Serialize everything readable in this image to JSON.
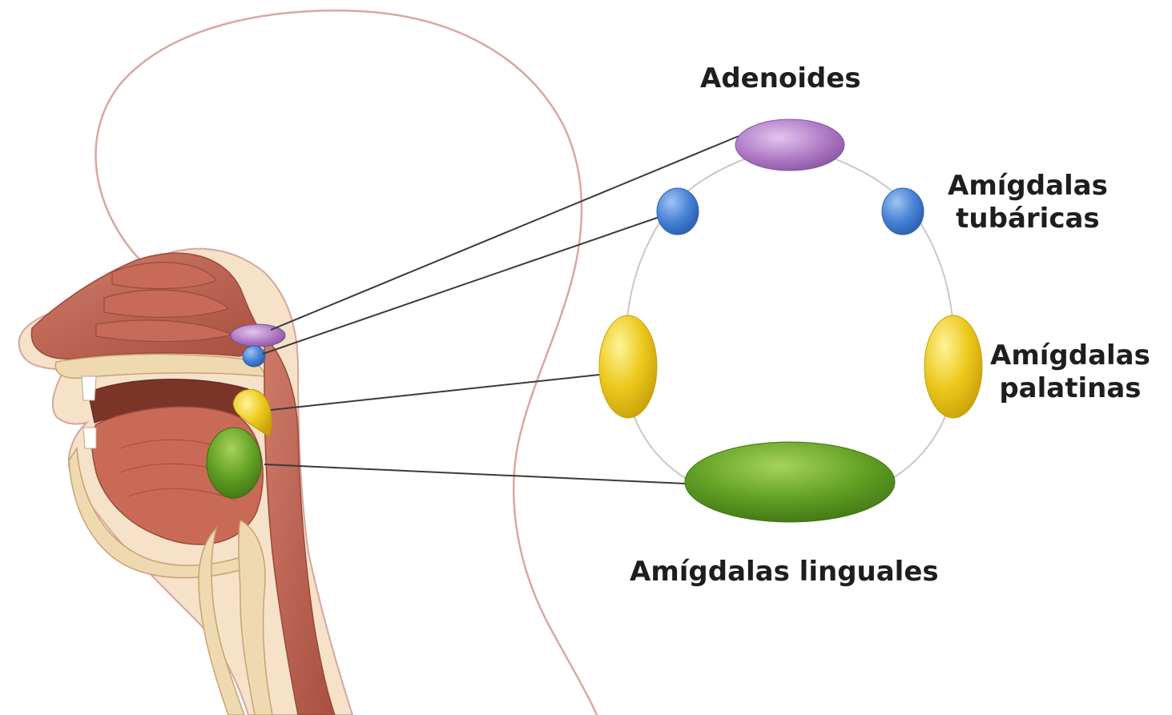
{
  "labels": {
    "adenoides": "Adenoides",
    "tubaricas": [
      "Amígdalas",
      "tubáricas"
    ],
    "palatinas": [
      "Amígdalas",
      "palatinas"
    ],
    "linguales": "Amígdalas linguales"
  },
  "colors": {
    "adenoides": "#b07cc6",
    "tubaricas": "#4a84d6",
    "palatinas": "#e9c81b",
    "linguales": "#5f9a22",
    "tissue": "#b95c4c",
    "bone": "#f1ddb8",
    "skin_outline": "#d8a5a0",
    "ring": "#c8c8c8",
    "leader": "#3a3a3a"
  }
}
